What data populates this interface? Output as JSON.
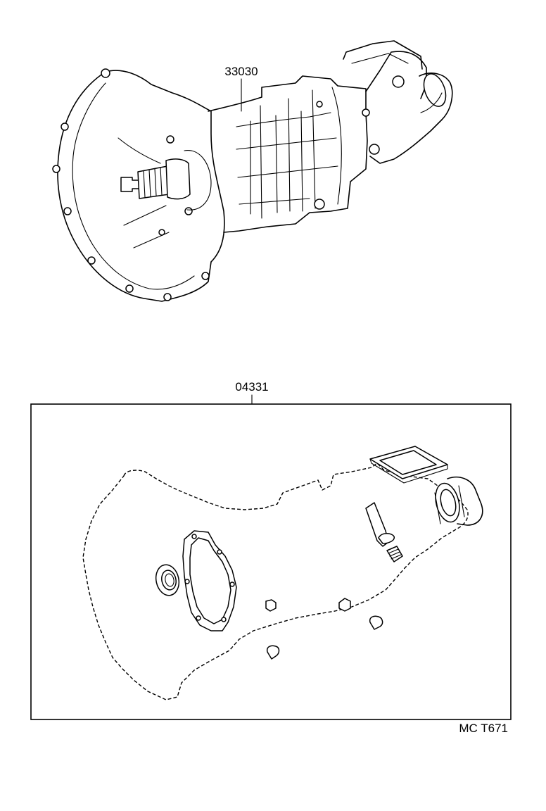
{
  "diagram": {
    "parts": [
      {
        "part_number": "33030"
      },
      {
        "part_number": "04331"
      }
    ],
    "reference_code": "MC T671"
  }
}
